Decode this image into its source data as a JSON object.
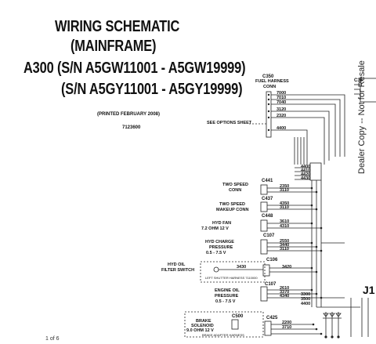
{
  "header": {
    "title_line1": "WIRING SCHEMATIC",
    "title_line2": "(MAINFRAME)",
    "title_line3": "A300 (S/N A5GW11001 - A5GW19999)",
    "title_line4": "(S/N A5GY11001 - A5GY19999)",
    "printed": "(PRINTED FEBRUARY 2008)",
    "part_number": "7123600"
  },
  "watermark": "Dealer Copy -- Not for Resale",
  "page_counter": "1 of 6",
  "fuel_harness": {
    "id": "C350",
    "label_line1": "FUEL HARNESS",
    "label_line2": "CONN",
    "wires": [
      "7000",
      "7010",
      "7040",
      "3120",
      "2320",
      "4400"
    ]
  },
  "see_options": "SEE OPTIONS SHEET",
  "top_right_conn": "C36",
  "wire_bundle": [
    "4400",
    "4410",
    "4420",
    "4430"
  ],
  "components": [
    {
      "id": "C441",
      "line1": "TWO SPEED",
      "line2": "CONN",
      "wires": [
        "2350",
        "3110"
      ]
    },
    {
      "id": "C437",
      "line1": "TWO SPEED",
      "line2": "MAKEUP CONN",
      "wires": [
        "4350",
        "3110"
      ]
    },
    {
      "id": "C448",
      "line1": "HYD FAN",
      "line2": "7.2 OHM 12 V",
      "wires": [
        "3610",
        "4310"
      ]
    },
    {
      "id": "C107",
      "line1": "HYD CHARGE",
      "line2": "PRESSURE",
      "line3": "0.5 - 7.5 V",
      "wires": [
        "2550",
        "3440",
        "3110"
      ]
    },
    {
      "id": "C106",
      "line1": "HYD OIL",
      "line2": "FILTER SWITCH",
      "wires": [
        "3430",
        "3420"
      ],
      "note": "LEFT SHUTTER HARNESS 7110000"
    },
    {
      "id": "C107",
      "line1": "ENGINE OIL",
      "line2": "PRESSURE",
      "line3": "0.5 - 7.5 V",
      "wires": [
        "2610",
        "3370",
        "4340"
      ]
    },
    {
      "id": "C425",
      "line1": "BRAKE",
      "line2": "SOLENOID",
      "line3": "9.0 OHM 12 V",
      "wires": [
        "2200",
        "3710"
      ],
      "sub_id": "C500",
      "note": "BRAKE ADAPTER HARNESS"
    }
  ],
  "right_misc": [
    "3300",
    "3500",
    "4400"
  ],
  "j_label": "J1"
}
